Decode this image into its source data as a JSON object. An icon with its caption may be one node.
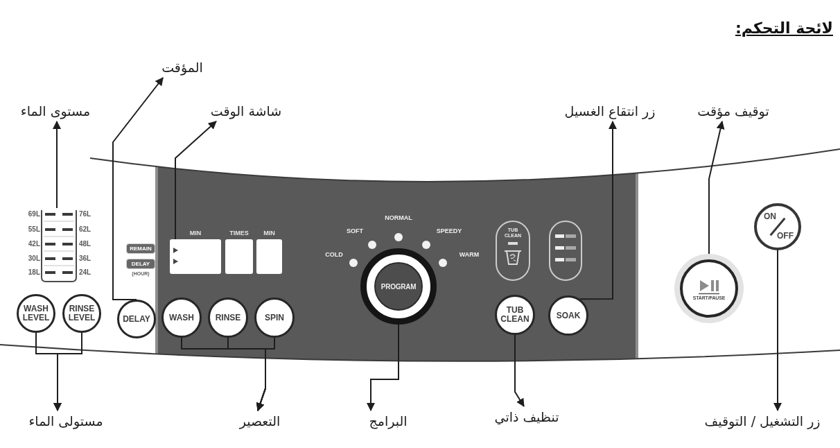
{
  "diagram": {
    "title": "لائحة التحكم:",
    "nodes": [
      {
        "text": [
          "المؤقت"
        ]
      },
      {
        "text": [
          "مستوى الماء"
        ]
      },
      {
        "text": [
          "شاشة الوقت"
        ]
      },
      {
        "text": [
          "زر انتقاع الغسيل"
        ]
      },
      {
        "text": [
          "توقيف مؤقت"
        ]
      },
      {
        "text": [
          "69L",
          "76L",
          "55L",
          "62L",
          "42L",
          "48L",
          "30L",
          "36L",
          "18L",
          "24L"
        ]
      },
      {
        "text": [
          "REMAIN"
        ]
      },
      {
        "text": [
          "DELAY"
        ],
        "beside": [
          "(HOUR)"
        ]
      },
      {
        "text": [],
        "shape": "box",
        "beside": [
          "MIN"
        ]
      },
      {
        "text": [],
        "shape": "box",
        "beside": [
          "TIMES"
        ]
      },
      {
        "text": [],
        "shape": "box",
        "beside": [
          "MIN"
        ]
      },
      {
        "text": [
          "TUB CLEAN"
        ]
      },
      {
        "text": [],
        "shape": "box"
      },
      {
        "text": [
          "ON",
          "OFF"
        ]
      },
      {
        "text": [
          "START/PAUSE"
        ]
      },
      {
        "text": [
          "WASH LEVEL"
        ]
      },
      {
        "text": [
          "RINSE LEVEL"
        ]
      },
      {
        "text": [
          "DELAY"
        ]
      },
      {
        "text": [
          "WASH"
        ]
      },
      {
        "text": [
          "RINSE"
        ]
      },
      {
        "text": [
          "SPIN"
        ]
      },
      {
        "text": [
          "PROGRAM"
        ]
      },
      {
        "text": [
          "TUB CLEAN"
        ]
      },
      {
        "text": [
          "SOAK"
        ]
      },
      {
        "text": [
          "مستولى الماء"
        ]
      },
      {
        "text": [
          "التعصير"
        ]
      },
      {
        "text": [
          "البرامج"
        ]
      },
      {
        "text": [
          "تنظيف ذاتي"
        ]
      },
      {
        "text": [
          "زر التشغيل / التوقيف"
        ]
      }
    ],
    "edges": [
      {
        "from": 17,
        "to": 0,
        "arrow": "to"
      },
      {
        "from": 5,
        "to": 1,
        "arrow": "to"
      },
      {
        "from": 8,
        "to": 2,
        "arrow": "to"
      },
      {
        "from": 23,
        "to": 3,
        "arrow": "to"
      },
      {
        "from": 14,
        "to": 4,
        "arrow": "to"
      },
      {
        "from": 15,
        "to": 24,
        "arrow": "to"
      },
      {
        "from": 16,
        "to": 24,
        "arrow": "to"
      },
      {
        "from": 18,
        "to": 25,
        "arrow": "to"
      },
      {
        "from": 19,
        "to": 25,
        "arrow": "to"
      },
      {
        "from": 20,
        "to": 25,
        "arrow": "to"
      },
      {
        "from": 21,
        "to": 26,
        "arrow": "to"
      },
      {
        "from": 22,
        "to": 27,
        "arrow": "to"
      },
      {
        "from": 13,
        "to": 28,
        "arrow": "to"
      }
    ],
    "labels": [
      "NORMAL",
      "SOFT",
      "SPEEDY",
      "COLD",
      "WARM"
    ]
  }
}
